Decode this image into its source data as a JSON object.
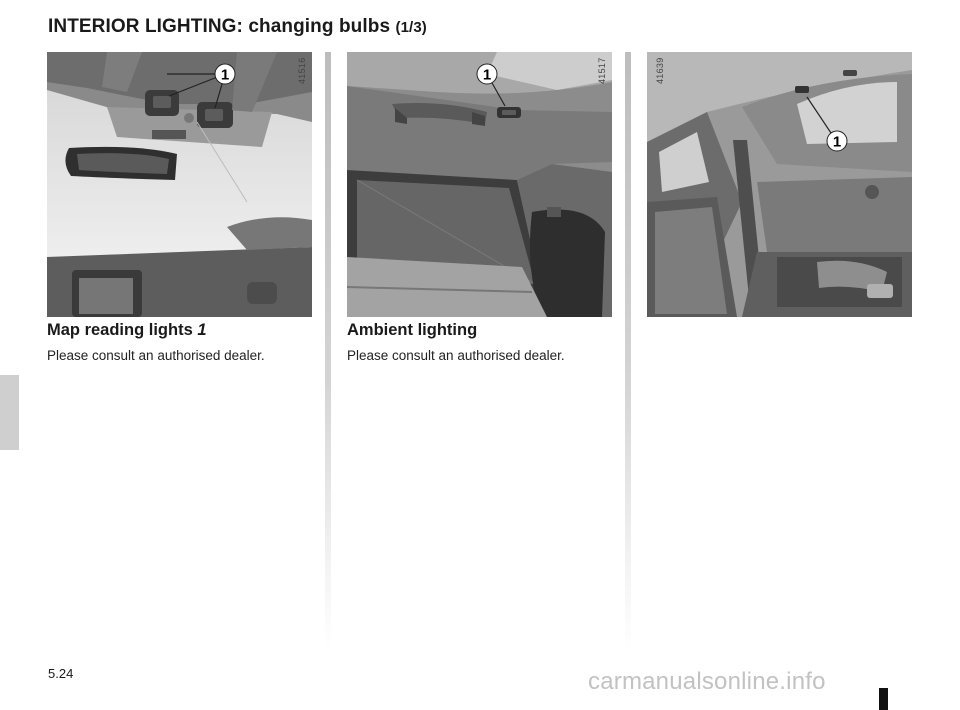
{
  "header": {
    "title": "INTERIOR LIGHTING: changing bulbs",
    "part": "(1/3)"
  },
  "columns": [
    {
      "image_ref": "41516",
      "callout": "1",
      "heading": "Map reading lights",
      "heading_ref": "1",
      "body": "Please consult an authorised dealer."
    },
    {
      "image_ref": "41517",
      "callout": "1",
      "heading": "Ambient lighting",
      "body": "Please consult an authorised dealer."
    },
    {
      "image_ref": "41639",
      "callout": "1"
    }
  ],
  "footer": {
    "page_number": "5.24",
    "watermark": "carmanualsonline.info"
  }
}
